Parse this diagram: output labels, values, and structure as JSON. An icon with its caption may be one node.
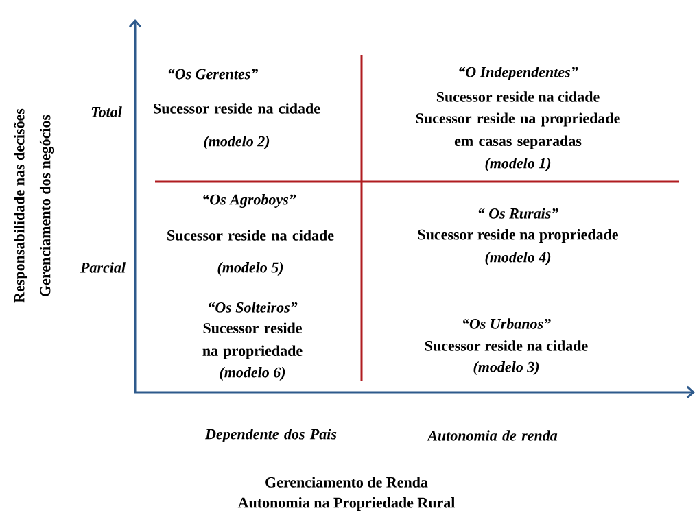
{
  "diagram": {
    "labels": [
      "Responsabilidade nas decisões",
      "Gerenciamento dos negócios",
      "Total",
      "Parcial",
      "“Os Gerentes”",
      "Sucessor reside na cidade",
      "(modelo 2)",
      "“O Independentes”",
      "Sucessor reside na cidade",
      "Sucessor reside na propriedade em casas separadas",
      "(modelo 1)",
      "“Os Agroboys”",
      "Sucessor reside na cidade",
      "(modelo 5)",
      "“ Os Rurais”",
      "Sucessor reside na propriedade",
      "(modelo 4)",
      "“Os Solteiros”",
      "Sucessor reside na propriedade",
      "(modelo 6)",
      "“Os Urbanos”",
      "Sucessor reside na cidade",
      "(modelo 3)",
      "Dependente dos Pais",
      "Autonomia de renda",
      "Gerenciamento de Renda",
      "Autonomia na Propriedade Rural"
    ]
  }
}
